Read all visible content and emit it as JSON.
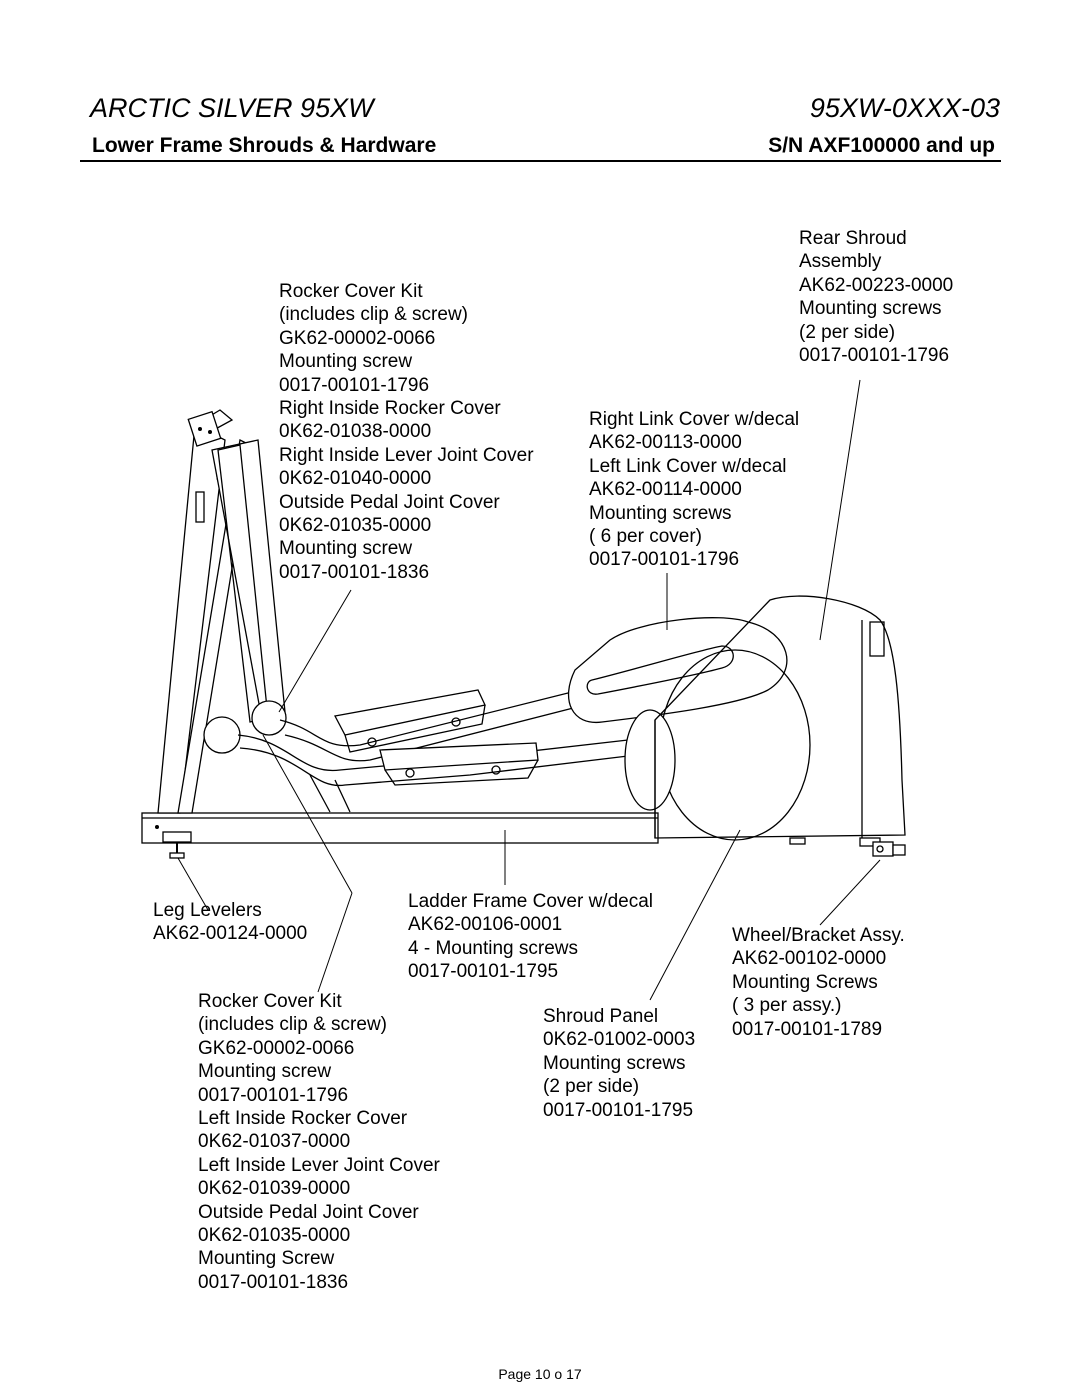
{
  "header": {
    "title": "ARCTIC SILVER 95XW",
    "doc_number": "95XW-0XXX-03",
    "subtitle": "Lower Frame Shrouds & Hardware",
    "serial": "S/N AXF100000 and up"
  },
  "callouts": {
    "rocker_cover_right": [
      "Rocker Cover Kit",
      "(includes clip & screw)",
      "GK62-00002-0066",
      "Mounting screw",
      "0017-00101-1796",
      "Right Inside Rocker Cover",
      "0K62-01038-0000",
      "Right Inside Lever Joint Cover",
      "0K62-01040-0000",
      "Outside Pedal Joint Cover",
      "0K62-01035-0000",
      "Mounting screw",
      "0017-00101-1836"
    ],
    "rear_shroud": [
      "Rear Shroud",
      "Assembly",
      "AK62-00223-0000",
      "Mounting screws",
      "(2 per side)",
      "0017-00101-1796"
    ],
    "link_cover": [
      "Right Link Cover w/decal",
      "AK62-00113-0000",
      "Left Link Cover w/decal",
      "AK62-00114-0000",
      "Mounting screws",
      "( 6 per cover)",
      "0017-00101-1796"
    ],
    "leg_levelers": [
      "Leg Levelers",
      "AK62-00124-0000"
    ],
    "ladder_frame": [
      "Ladder Frame Cover w/decal",
      "AK62-00106-0001",
      "4 - Mounting screws",
      "0017-00101-1795"
    ],
    "wheel_bracket": [
      "Wheel/Bracket Assy.",
      "AK62-00102-0000",
      "Mounting Screws",
      "( 3 per assy.)",
      "0017-00101-1789"
    ],
    "shroud_panel": [
      "Shroud Panel",
      "0K62-01002-0003",
      "Mounting screws",
      "(2 per side)",
      "0017-00101-1795"
    ],
    "rocker_cover_left": [
      "Rocker Cover Kit",
      "(includes clip & screw)",
      "GK62-00002-0066",
      "Mounting screw",
      "0017-00101-1796",
      "Left Inside Rocker Cover",
      "0K62-01037-0000",
      "Left Inside Lever Joint Cover",
      "0K62-01039-0000",
      "Outside Pedal Joint Cover",
      "0K62-01035-0000",
      "Mounting Screw",
      "0017-00101-1836"
    ]
  },
  "footer": {
    "page": "Page 10 o 17"
  }
}
